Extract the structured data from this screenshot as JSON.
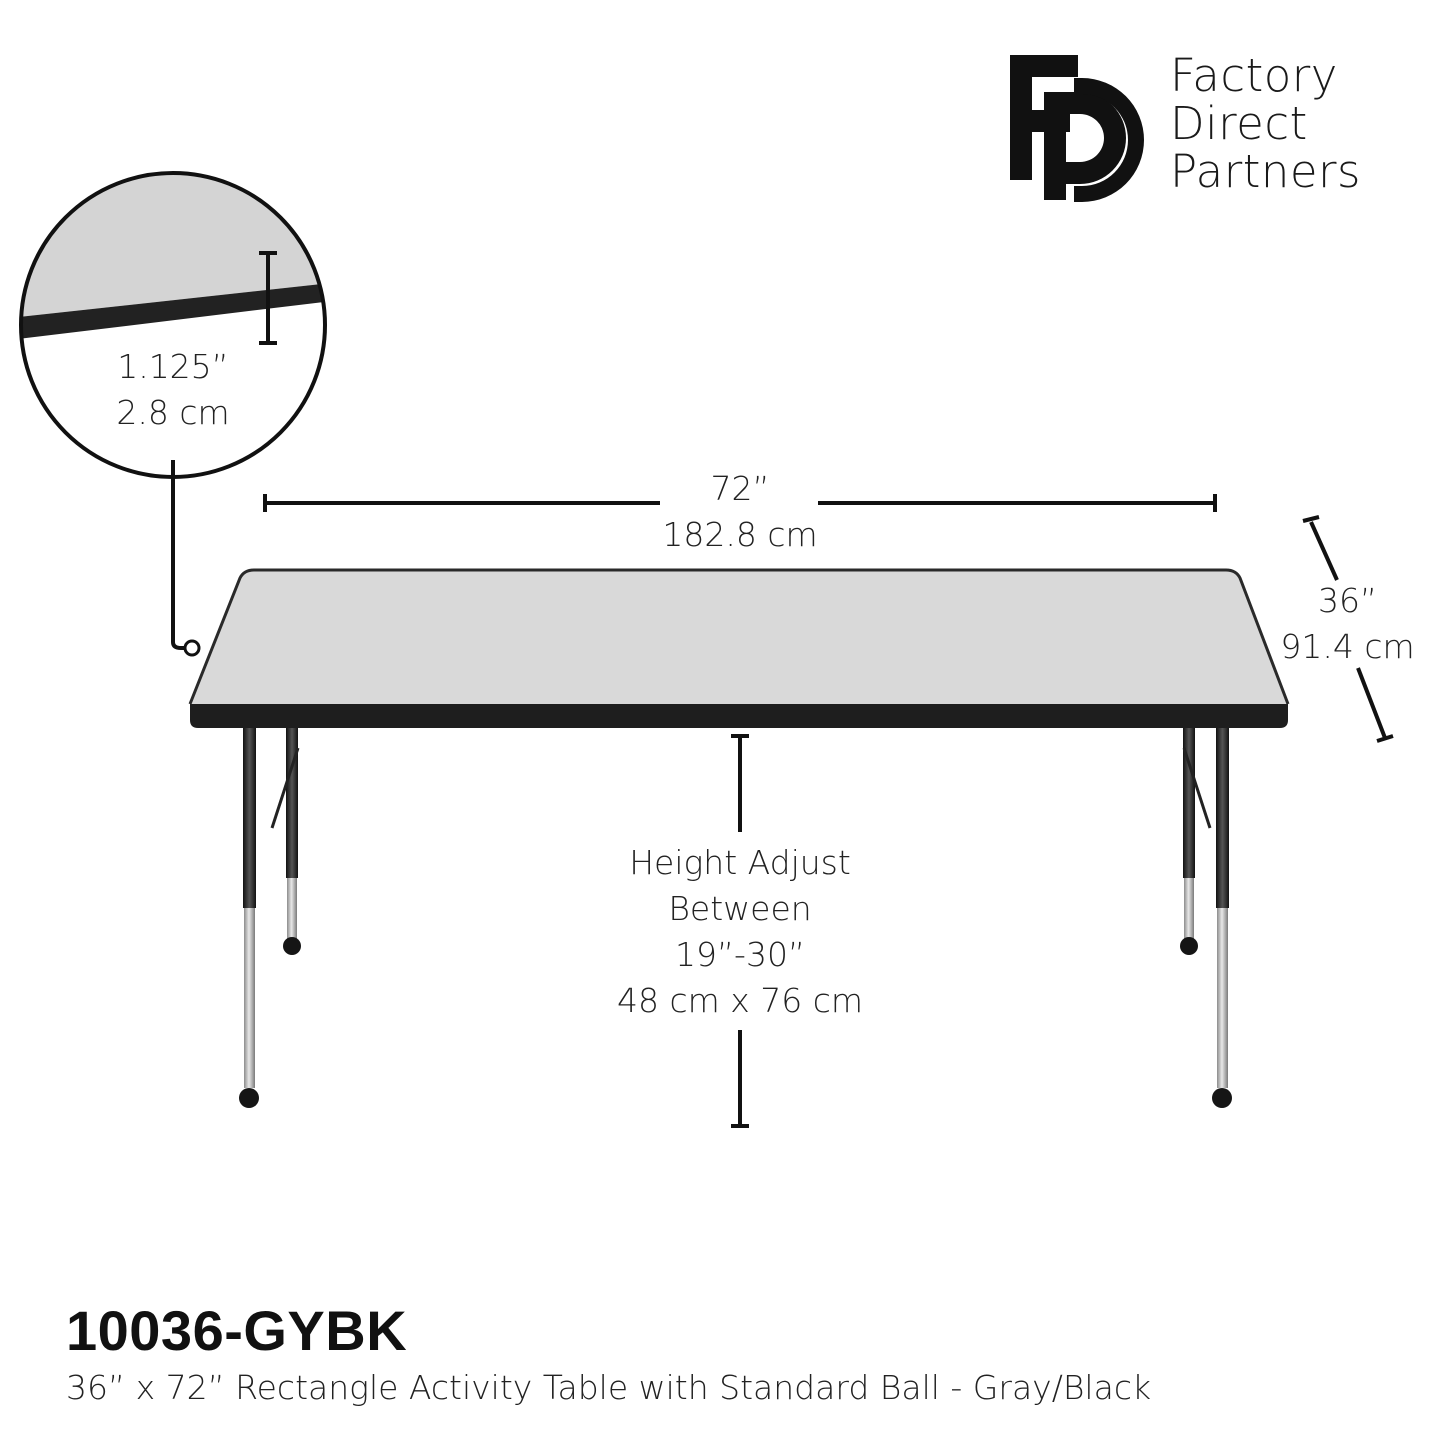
{
  "brand": {
    "logo_icon": "fdp-monogram-icon",
    "name_lines": [
      "Factory",
      "Direct",
      "Partners"
    ]
  },
  "dimensions": {
    "thickness": {
      "imperial": "1.125”",
      "metric": "2.8 cm"
    },
    "length": {
      "imperial": "72”",
      "metric": "182.8 cm"
    },
    "width": {
      "imperial": "36”",
      "metric": "91.4 cm"
    },
    "height": {
      "line1": "Height Adjust",
      "line2": "Between",
      "range": "19”-30”",
      "metric": "48 cm x 76 cm"
    }
  },
  "product": {
    "sku": "10036-GYBK",
    "description": "36” x 72” Rectangle Activity Table with Standard Ball - Gray/Black"
  },
  "colors": {
    "tabletop": "#d9d9d9",
    "edge": "#1e1e1e",
    "leg_dark": "#2a2a2a",
    "leg_chrome": "#b9b9b9",
    "line": "#111111"
  }
}
